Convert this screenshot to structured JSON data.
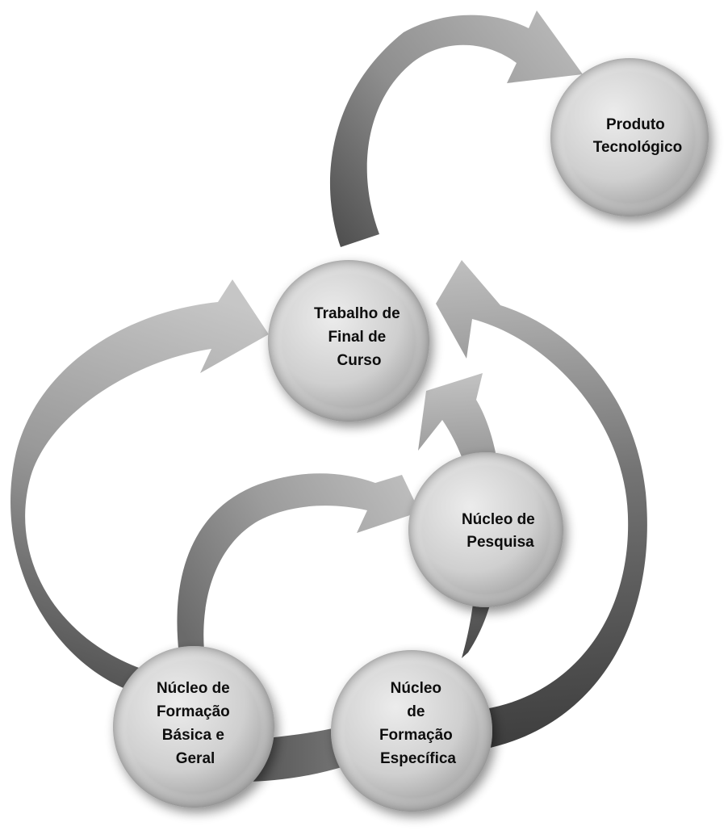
{
  "diagram": {
    "nodes": {
      "produto": {
        "lines": [
          "Produto",
          "Tecnológico"
        ]
      },
      "tfc": {
        "lines": [
          "Trabalho  de",
          "Final de",
          "Curso"
        ]
      },
      "pesquisa": {
        "lines": [
          "Núcleo de",
          "Pesquisa"
        ]
      },
      "basica": {
        "lines": [
          "Núcleo de",
          "Formação",
          "Básica e",
          "Geral"
        ]
      },
      "especifica": {
        "lines": [
          "Núcleo",
          "de",
          "Formação",
          "Específica"
        ]
      }
    },
    "connections": [
      {
        "from": "tfc",
        "to": "produto"
      },
      {
        "from": "basica",
        "to": "tfc"
      },
      {
        "from": "basica",
        "to": "pesquisa"
      },
      {
        "from": "basica",
        "to": "especifica"
      },
      {
        "from": "pesquisa",
        "to": "tfc"
      },
      {
        "from": "especifica",
        "to": "tfc"
      }
    ],
    "colors": {
      "node_fill_light": "#ededed",
      "node_fill_dark": "#9a9a9a",
      "arrow_light": "#c4c4c4",
      "arrow_dark": "#4e4e4e",
      "text": "#111111"
    }
  }
}
